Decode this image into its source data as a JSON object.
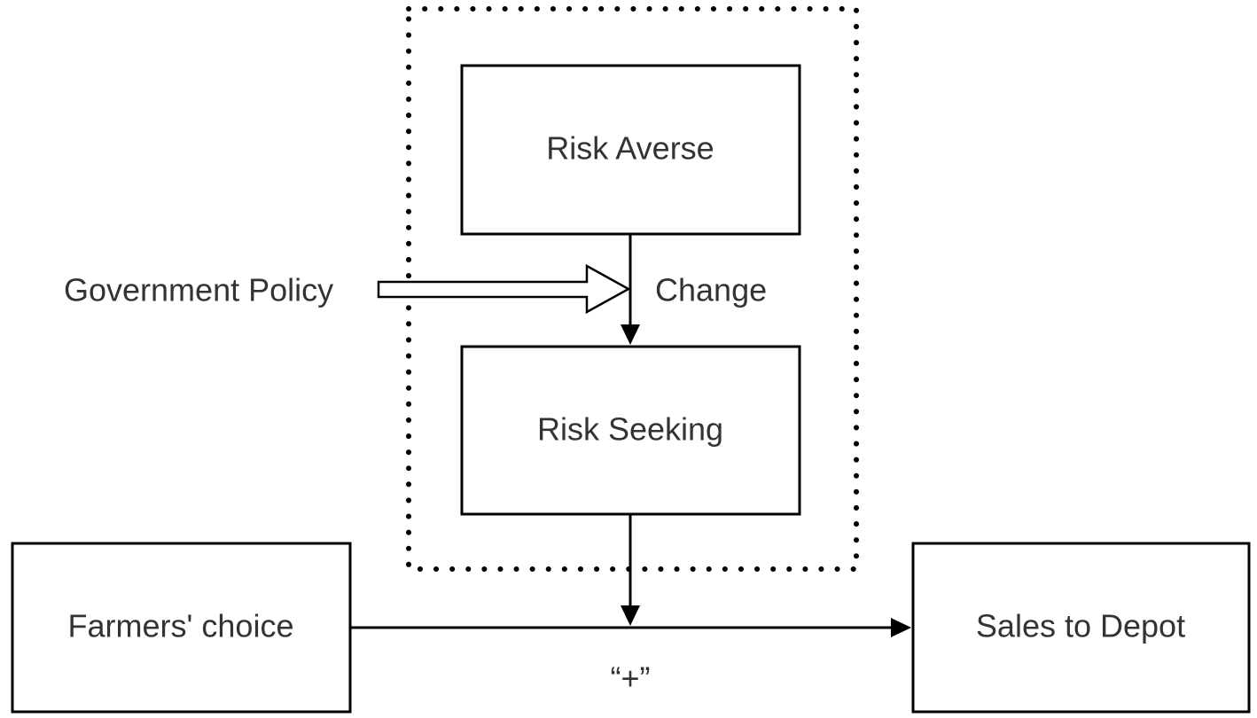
{
  "nodes": {
    "risk_averse": "Risk Averse",
    "risk_seeking": "Risk Seeking",
    "farmers_choice": "Farmers' choice",
    "sales_to_depot": "Sales to Depot"
  },
  "labels": {
    "government_policy": "Government Policy",
    "change": "Change",
    "plus_sign": "“+”"
  },
  "edges": [
    {
      "from": "risk_averse",
      "to": "risk_seeking",
      "label": "Change"
    },
    {
      "from": "risk_seeking",
      "to": "farmers_choice_to_sales_edge"
    },
    {
      "from": "farmers_choice",
      "to": "sales_to_depot",
      "label": "“+”"
    },
    {
      "from": "government_policy",
      "to": "risk_averse_to_risk_seeking_edge",
      "style": "hollow-block-arrow"
    }
  ]
}
